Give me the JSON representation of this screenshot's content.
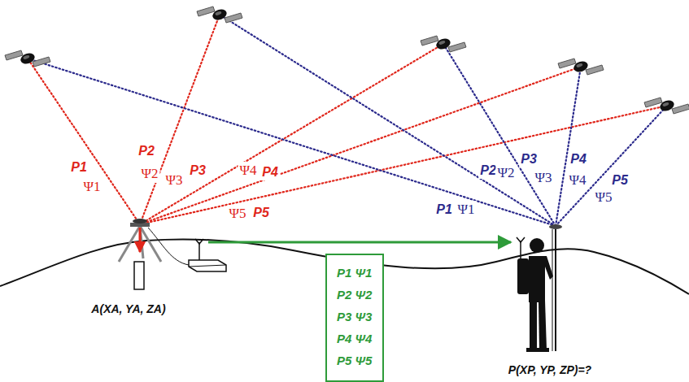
{
  "diagram": {
    "nodes": [
      {
        "text": [
          "P1 Ψ1",
          "P2 Ψ2",
          "P3 Ψ3",
          "P4 Ψ4",
          "P5 Ψ5"
        ]
      }
    ],
    "labels": [
      "P1",
      "Ψ1",
      "P2",
      "Ψ2",
      "Ψ3",
      "P3",
      "Ψ4",
      "P4",
      "Ψ5",
      "P5",
      "P1",
      "Ψ1",
      "P2",
      "Ψ2",
      "P3",
      "Ψ3",
      "P4",
      "Ψ4",
      "P5",
      "Ψ5",
      "A(XA, YA, ZA)",
      "P(XP, YP, ZP)=?"
    ]
  }
}
